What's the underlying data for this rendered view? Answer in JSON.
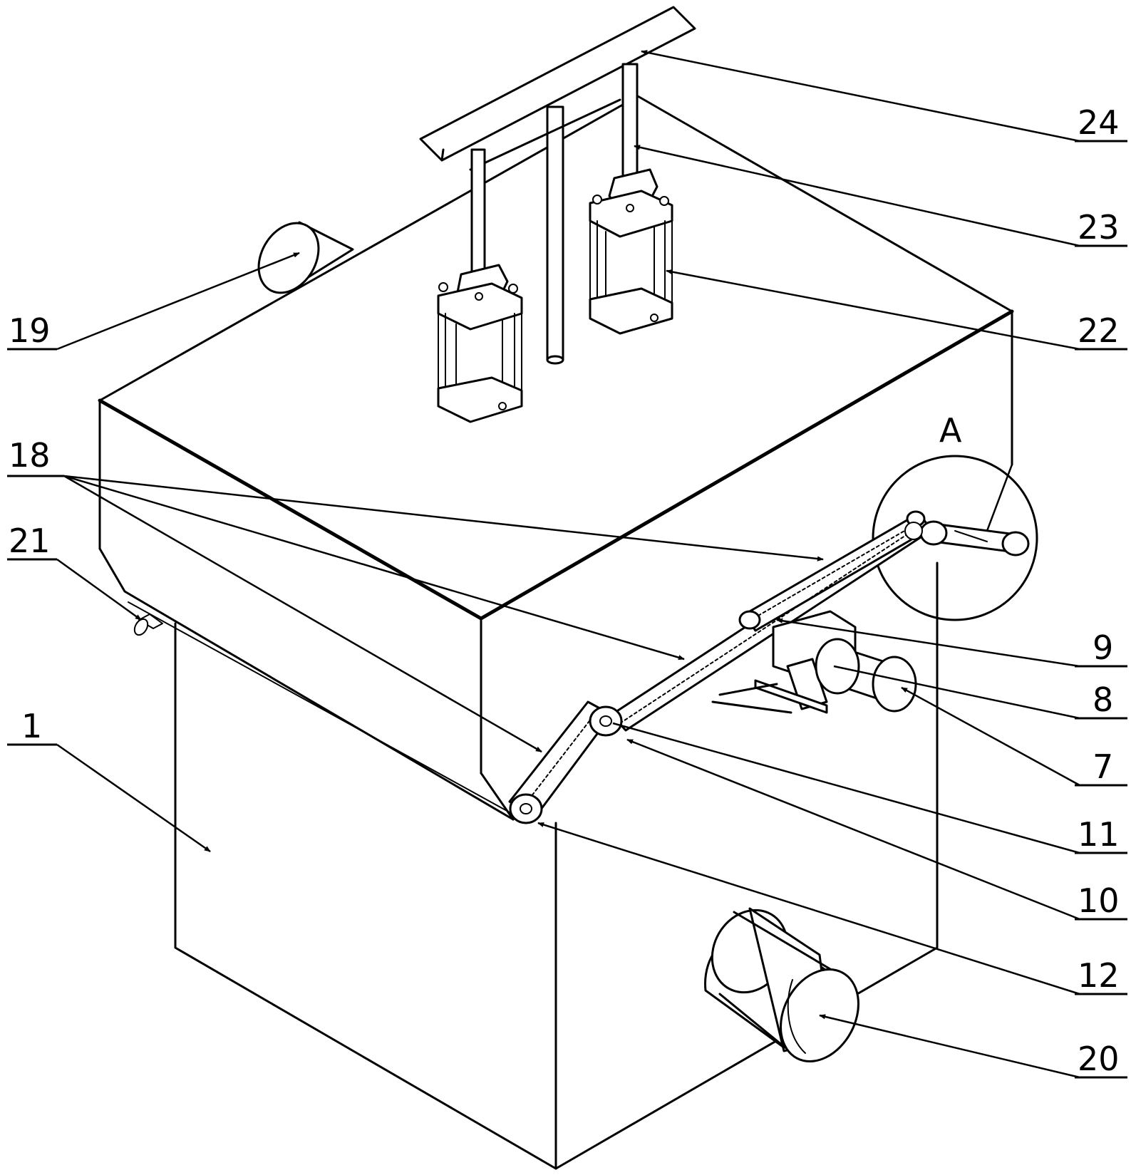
{
  "callouts": [
    {
      "id": "24",
      "text": "24"
    },
    {
      "id": "23",
      "text": "23"
    },
    {
      "id": "22",
      "text": "22"
    },
    {
      "id": "19",
      "text": "19"
    },
    {
      "id": "18",
      "text": "18"
    },
    {
      "id": "21",
      "text": "21"
    },
    {
      "id": "1",
      "text": "1"
    },
    {
      "id": "9",
      "text": "9"
    },
    {
      "id": "8",
      "text": "8"
    },
    {
      "id": "7",
      "text": "7"
    },
    {
      "id": "11",
      "text": "11"
    },
    {
      "id": "10",
      "text": "10"
    },
    {
      "id": "12",
      "text": "12"
    },
    {
      "id": "20",
      "text": "20"
    }
  ],
  "detail_label": "A"
}
